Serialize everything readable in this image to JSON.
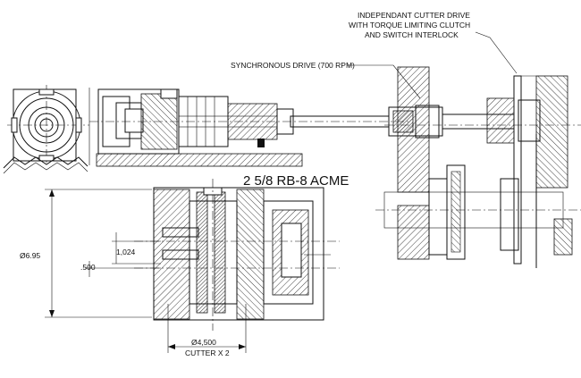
{
  "labels": {
    "cutter_drive_line1": "INDEPENDANT CUTTER DRIVE",
    "cutter_drive_line2": "WITH TORQUE LIMITING CLUTCH",
    "cutter_drive_line3": "AND SWITCH INTERLOCK",
    "synchronous_drive": "SYNCHRONOUS DRIVE (700 RPM)",
    "title": "2 5/8 RB-8 ACME"
  },
  "dimensions": {
    "outer_diameter": "Ø6.95",
    "dim_1024": "1,024",
    "dim_500": ".500",
    "cutter_diameter": "Ø4,500",
    "cutter_count": "CUTTER X 2"
  }
}
